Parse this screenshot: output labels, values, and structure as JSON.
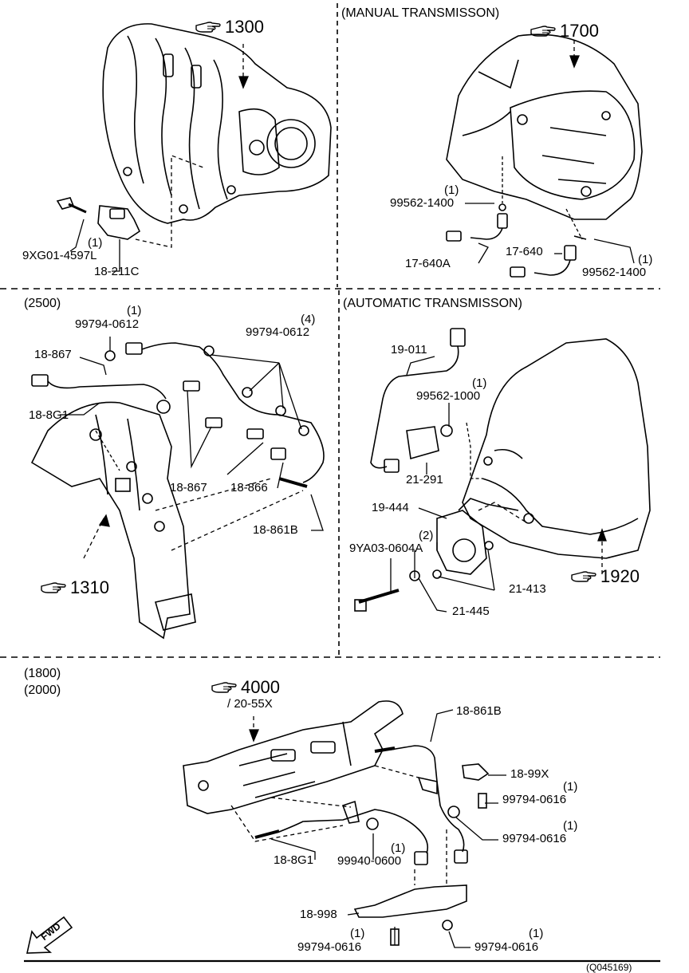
{
  "sections": {
    "top_left": {
      "ref": "1300",
      "parts": [
        {
          "qty": "(1)",
          "code": "9XG01-4597L"
        },
        {
          "code": "18-211C"
        }
      ]
    },
    "top_right": {
      "title": "(MANUAL TRANSMISSON)",
      "ref": "1700",
      "parts": [
        {
          "qty": "(1)",
          "code": "99562-1400"
        },
        {
          "code": "17-640A"
        },
        {
          "code": "17-640"
        },
        {
          "qty": "(1)",
          "code": "99562-1400"
        }
      ]
    },
    "mid_left": {
      "title": "(2500)",
      "ref": "1310",
      "parts": [
        {
          "qty": "(1)",
          "code": "99794-0612"
        },
        {
          "qty": "(4)",
          "code": "99794-0612"
        },
        {
          "code": "18-867"
        },
        {
          "code": "18-8G1"
        },
        {
          "code": "18-867"
        },
        {
          "code": "18-866"
        },
        {
          "code": "18-861B"
        }
      ]
    },
    "mid_right": {
      "title": "(AUTOMATIC TRANSMISSON)",
      "ref": "1920",
      "parts": [
        {
          "code": "19-011"
        },
        {
          "qty": "(1)",
          "code": "99562-1000"
        },
        {
          "code": "21-291"
        },
        {
          "code": "19-444"
        },
        {
          "qty": "(2)",
          "code": "9YA03-0604A"
        },
        {
          "code": "21-413"
        },
        {
          "code": "21-445"
        }
      ]
    },
    "bottom": {
      "titles": [
        "(1800)",
        "(2000)"
      ],
      "ref": "4000",
      "ref_sub": "/ 20-55X",
      "fwd": "FWD",
      "parts": [
        {
          "code": "18-861B"
        },
        {
          "code": "18-99X"
        },
        {
          "qty": "(1)",
          "code": "99794-0616"
        },
        {
          "qty": "(1)",
          "code": "99794-0616"
        },
        {
          "code": "18-8G1"
        },
        {
          "qty": "(1)",
          "code": "99940-0600"
        },
        {
          "code": "18-998"
        },
        {
          "qty": "(1)",
          "code": "99794-0616"
        },
        {
          "qty": "(1)",
          "code": "99794-0616"
        }
      ]
    }
  },
  "footer_code": "(Q045169)",
  "icons": {
    "ref": "pointing-hand-icon",
    "fwd": "fwd-arrow-icon"
  }
}
